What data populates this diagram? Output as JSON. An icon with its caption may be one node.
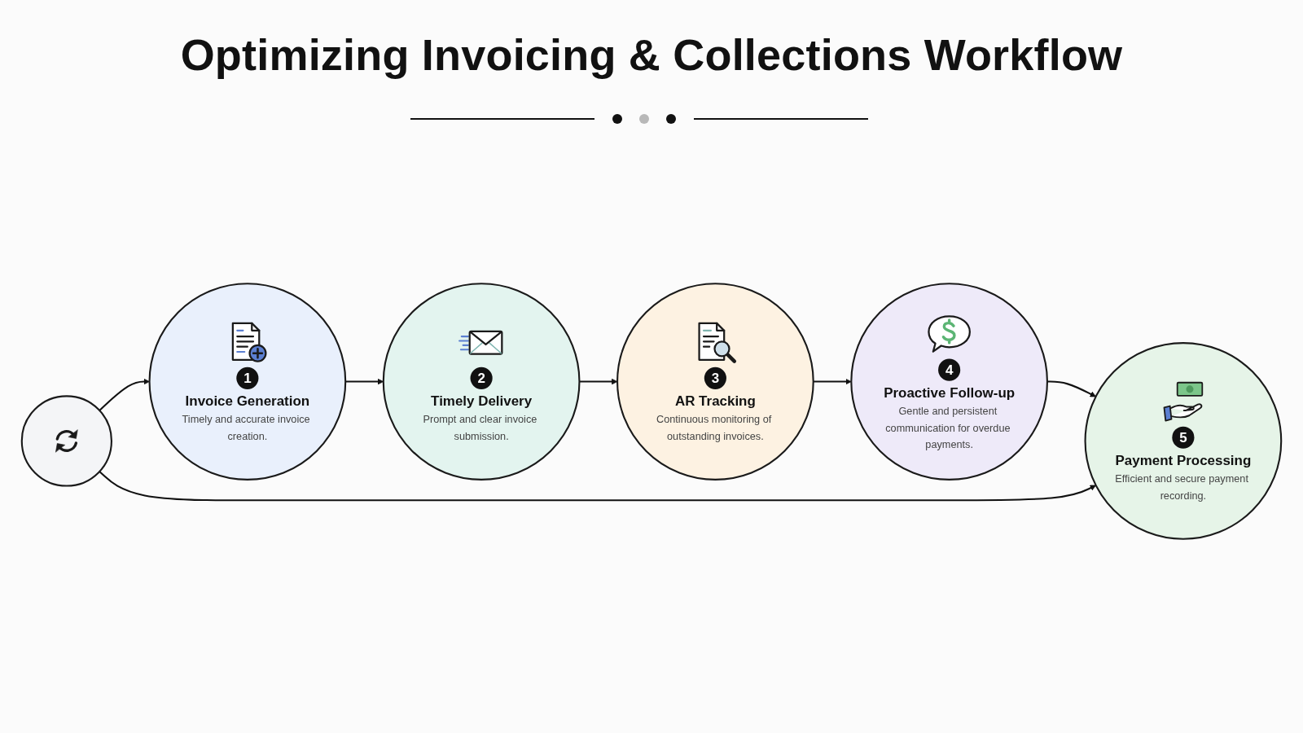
{
  "diagram": {
    "title": "Optimizing Invoicing & Collections Workflow",
    "nodes": [
      {
        "text": [
          "1",
          "Invoice Generation",
          "Timely and accurate invoice creation."
        ]
      },
      {
        "text": [
          "2",
          "Timely Delivery",
          "Prompt and clear invoice submission."
        ]
      },
      {
        "text": [
          "3",
          "AR Tracking",
          "Continuous monitoring of outstanding invoices."
        ]
      },
      {
        "text": [
          "4",
          "Proactive Follow-up",
          "Gentle and persistent communication for overdue payments."
        ]
      },
      {
        "text": [
          "5",
          "Payment Processing",
          "Efficient and secure payment recording."
        ]
      },
      {
        "text": [],
        "shape": "circle"
      }
    ],
    "edges": [
      {
        "from": 0,
        "to": 1,
        "arrow": "to"
      },
      {
        "from": 1,
        "to": 2,
        "arrow": "to"
      },
      {
        "from": 2,
        "to": 3,
        "arrow": "to"
      },
      {
        "from": 3,
        "to": 4,
        "arrow": "to"
      },
      {
        "from": 5,
        "to": 0,
        "arrow": "to"
      },
      {
        "from": 5,
        "to": 4,
        "arrow": "to"
      }
    ]
  }
}
